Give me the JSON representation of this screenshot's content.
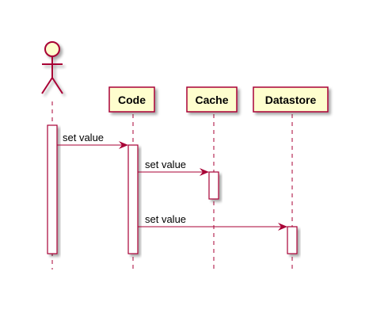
{
  "colors": {
    "line": "#a80036",
    "participant_fill": "#fefece",
    "activation_fill": "#ffffff",
    "text": "#000000"
  },
  "actor": {
    "icon": "stick-figure-icon",
    "label": ""
  },
  "participants": [
    {
      "id": "code",
      "label": "Code"
    },
    {
      "id": "cache",
      "label": "Cache"
    },
    {
      "id": "datastore",
      "label": "Datastore"
    }
  ],
  "messages": [
    {
      "from": "actor",
      "to": "code",
      "label": "set value"
    },
    {
      "from": "code",
      "to": "cache",
      "label": "set value"
    },
    {
      "from": "code",
      "to": "datastore",
      "label": "set value"
    }
  ]
}
